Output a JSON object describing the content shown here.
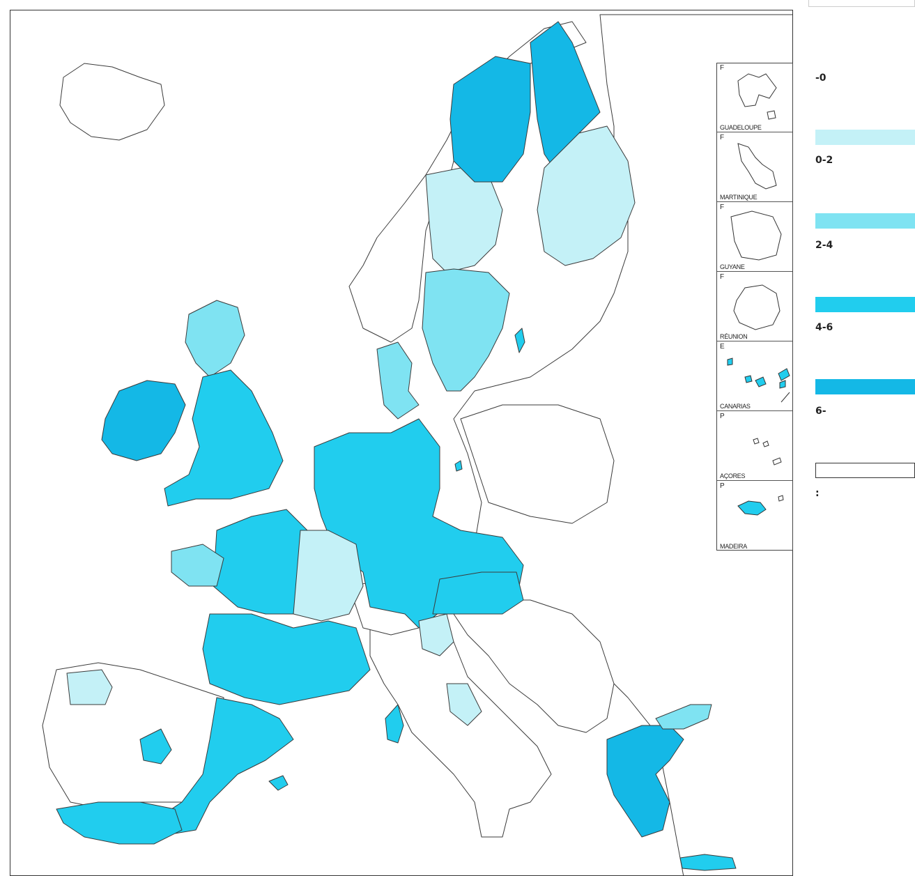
{
  "colors": {
    "class_0_2": "#c4f1f7",
    "class_2_4": "#7fe3f2",
    "class_4_6": "#21cdee",
    "class_6_plus": "#14b8e6",
    "no_data": "#ffffff",
    "border": "#3a3a3a"
  },
  "legend": {
    "items": [
      {
        "label": "-0",
        "color": "#ffffff",
        "swatch": false
      },
      {
        "label": "0-2",
        "color": "#c4f1f7",
        "swatch": true
      },
      {
        "label": "2-4",
        "color": "#7fe3f2",
        "swatch": true
      },
      {
        "label": "4-6",
        "color": "#21cdee",
        "swatch": true
      },
      {
        "label": "6-",
        "color": "#14b8e6",
        "swatch": true
      },
      {
        "label": ":",
        "color": "#ffffff",
        "swatch": true
      }
    ]
  },
  "insets": [
    {
      "country_code": "F",
      "name": "GUADELOUPE"
    },
    {
      "country_code": "F",
      "name": "MARTINIQUE"
    },
    {
      "country_code": "F",
      "name": "GUYANE"
    },
    {
      "country_code": "F",
      "name": "RÉUNION"
    },
    {
      "country_code": "E",
      "name": "CANARIAS"
    },
    {
      "country_code": "P",
      "name": "AÇORES"
    },
    {
      "country_code": "P",
      "name": "MADEIRA"
    }
  ]
}
